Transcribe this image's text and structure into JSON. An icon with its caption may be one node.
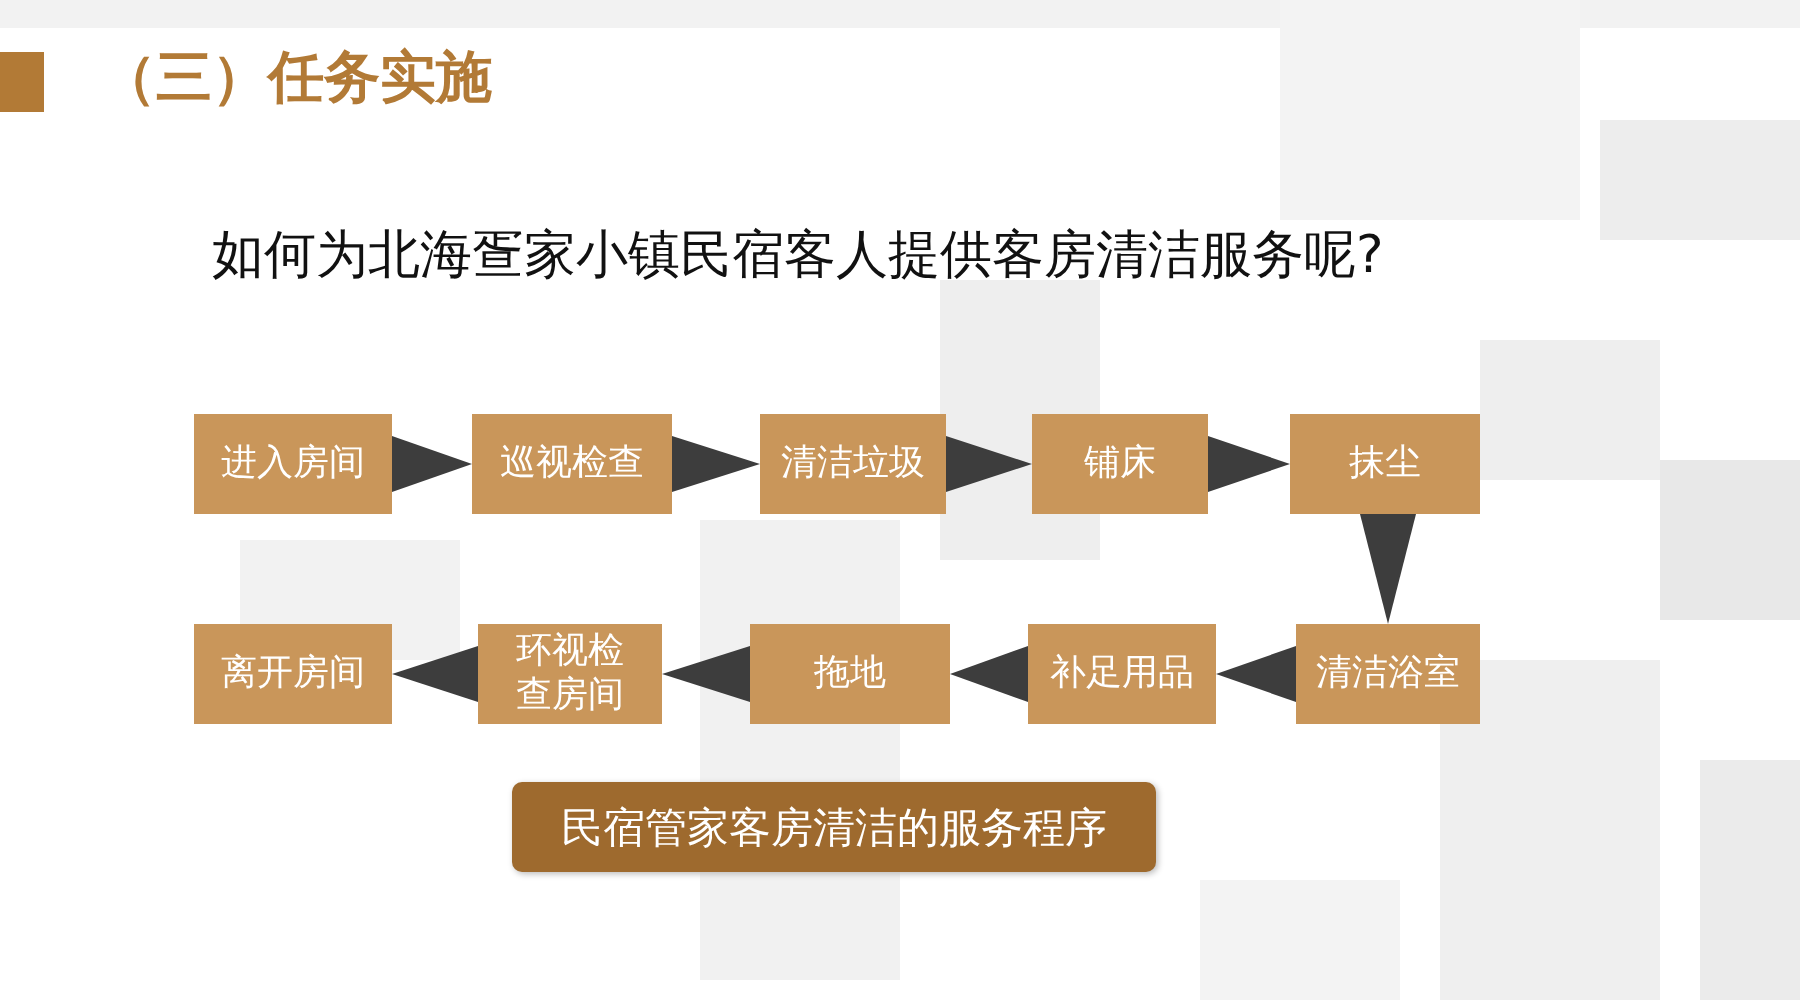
{
  "diagram": {
    "title": "（三）任务实施",
    "caption": "民宿管家客房清洁的服务程序",
    "labels": [
      "如何为北海疍家小镇民宿客人提供客房清洁服务呢?"
    ],
    "nodes": [
      {
        "text": [
          "进入房间"
        ]
      },
      {
        "text": [
          "巡视检查"
        ]
      },
      {
        "text": [
          "清洁垃圾"
        ]
      },
      {
        "text": [
          "铺床"
        ]
      },
      {
        "text": [
          "抹尘"
        ]
      },
      {
        "text": [
          "清洁浴室"
        ]
      },
      {
        "text": [
          "补足用品"
        ]
      },
      {
        "text": [
          "拖地"
        ]
      },
      {
        "text": [
          "环视检查房间"
        ]
      },
      {
        "text": [
          "离开房间"
        ]
      }
    ],
    "edges": [
      {
        "from": 0,
        "to": 1,
        "arrow": "to"
      },
      {
        "from": 1,
        "to": 2,
        "arrow": "to"
      },
      {
        "from": 2,
        "to": 3,
        "arrow": "to"
      },
      {
        "from": 3,
        "to": 4,
        "arrow": "to"
      },
      {
        "from": 4,
        "to": 5,
        "arrow": "to"
      },
      {
        "from": 5,
        "to": 6,
        "arrow": "to"
      },
      {
        "from": 6,
        "to": 7,
        "arrow": "to"
      },
      {
        "from": 7,
        "to": 8,
        "arrow": "to"
      },
      {
        "from": 8,
        "to": 9,
        "arrow": "to"
      }
    ]
  }
}
